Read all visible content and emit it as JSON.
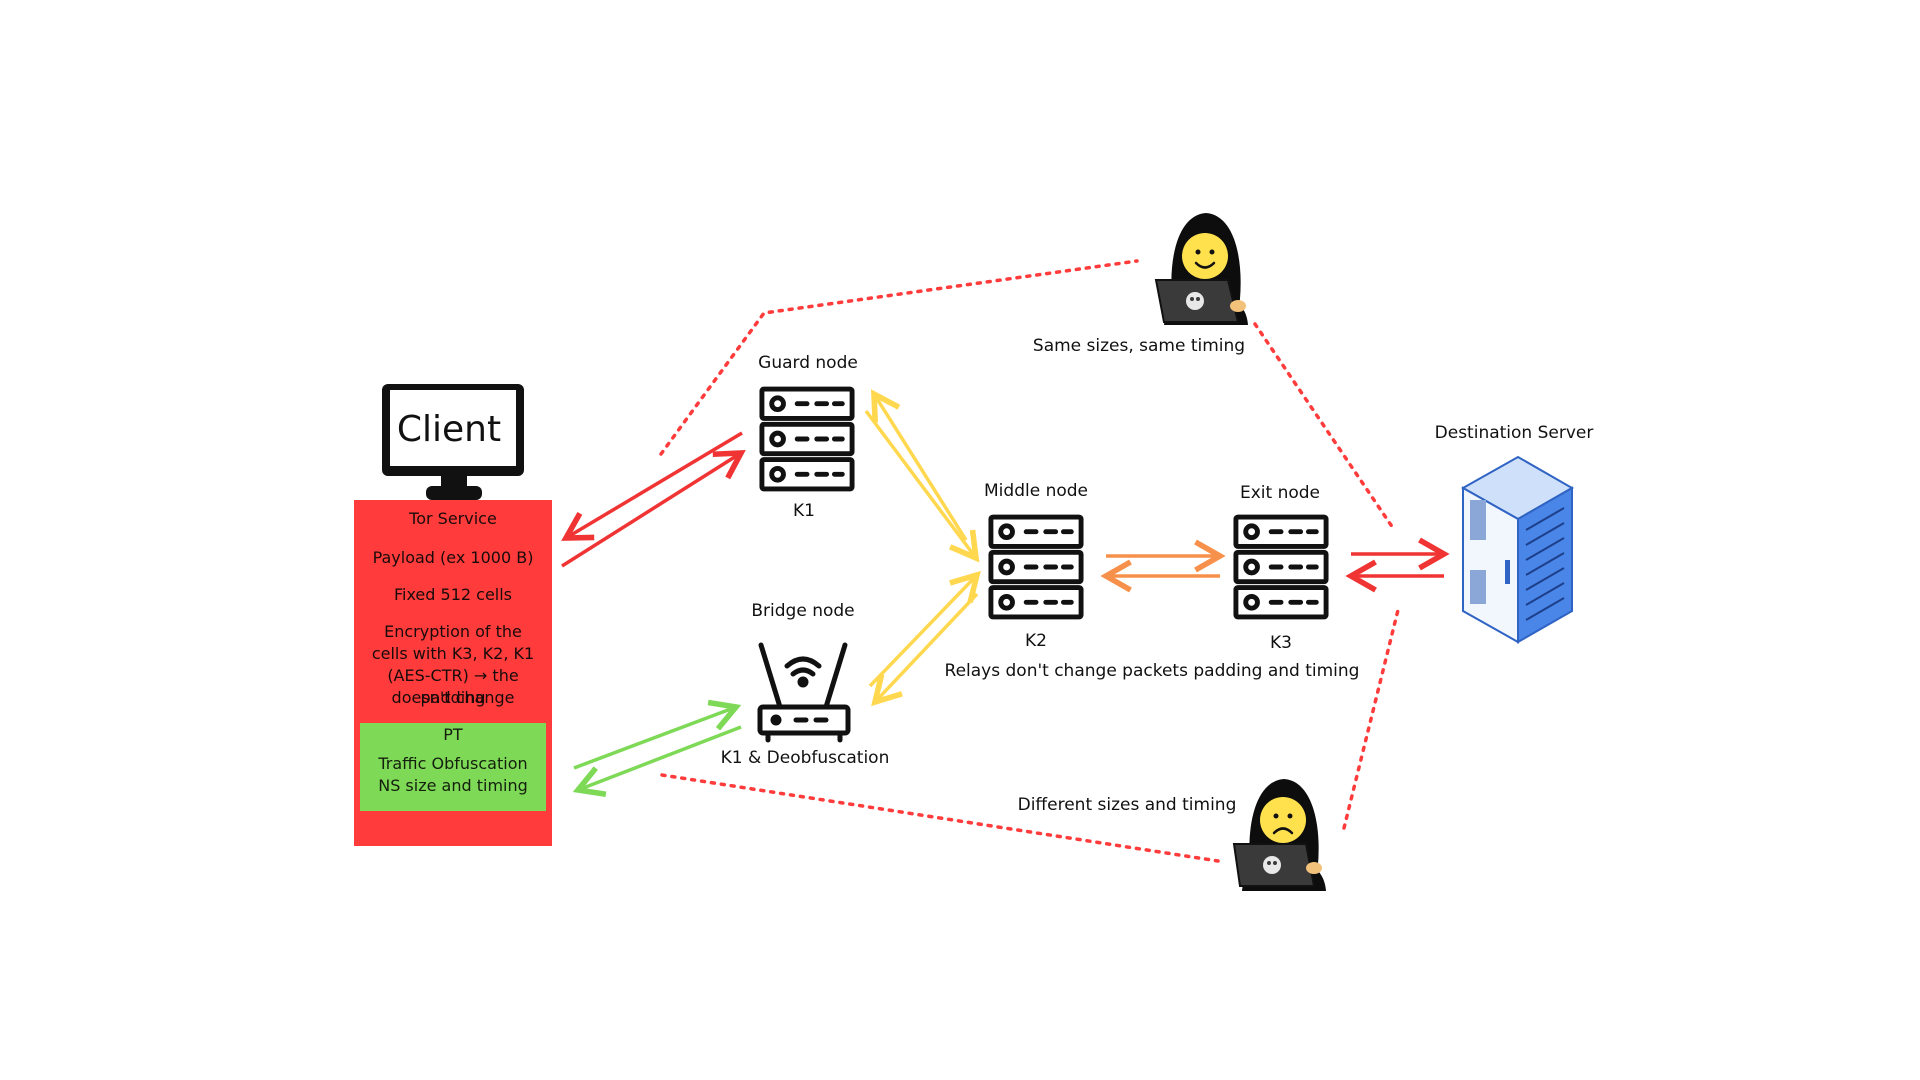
{
  "client": {
    "label": "Client"
  },
  "tor_service": {
    "title": "Tor Service",
    "payload": "Payload (ex 1000 B)",
    "cells": "Fixed 512 cells",
    "encryption_lines": [
      "Encryption of the",
      "cells with K3, K2, K1",
      "(AES-CTR) → the padding",
      "doesn't change"
    ],
    "pt": {
      "title": "PT",
      "line1": "Traffic Obfuscation",
      "line2": "NS size and timing"
    }
  },
  "nodes": {
    "guard": {
      "title": "Guard node",
      "key": "K1"
    },
    "bridge": {
      "title": "Bridge node",
      "key": "K1 & Deobfuscation"
    },
    "middle": {
      "title": "Middle node",
      "key": "K2"
    },
    "exit": {
      "title": "Exit node",
      "key": "K3"
    },
    "destination": {
      "title": "Destination Server"
    }
  },
  "annotations": {
    "relays": "Relays don't change packets padding and timing",
    "top_attacker": "Same sizes, same timing",
    "bottom_attacker": "Different sizes and timing"
  },
  "colors": {
    "tor_red": "#ff3b3b",
    "pt_green": "#7ed957",
    "arrow_red": "#f03434",
    "arrow_green": "#7ed957",
    "arrow_yellow": "#ffd84f",
    "arrow_orange": "#f7904a",
    "dotted_red": "#ff3b3b",
    "server_blue": "#4a86e8"
  }
}
